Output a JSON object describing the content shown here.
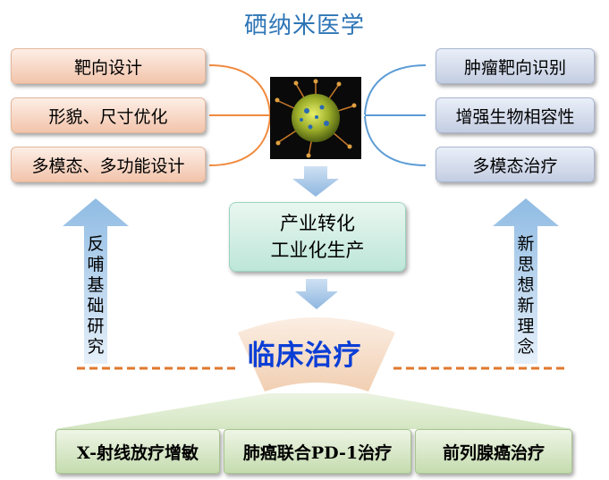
{
  "title": "硒纳米医学",
  "left_items": [
    "靶向设计",
    "形貌、尺寸优化",
    "多模态、多功能设计"
  ],
  "right_items": [
    "肿瘤靶向识别",
    "增强生物相容性",
    "多模态治疗"
  ],
  "center": {
    "line1": "产业转化",
    "line2": "工业化生产"
  },
  "left_arrow_text": "反哺基础研究",
  "right_arrow_text": "新思想新理念",
  "clinic_label": "临床治疗",
  "bottom_items": [
    "X-射线放疗增敏",
    "肺癌联合PD-1治疗",
    "前列腺癌治疗"
  ],
  "colors": {
    "title": "#2e75b6",
    "left_connector": "#f08a3e",
    "right_connector": "#5b9bd5",
    "arrow_fill": "#9dc3e6",
    "clinic_text": "#0b3ed6",
    "dashed_line": "#e0782e",
    "fan_fill": "#f6dfcb",
    "green_fill": "#d7e8c4"
  },
  "icons": {
    "nanoparticle": "selenium-nanoparticle-icon"
  }
}
